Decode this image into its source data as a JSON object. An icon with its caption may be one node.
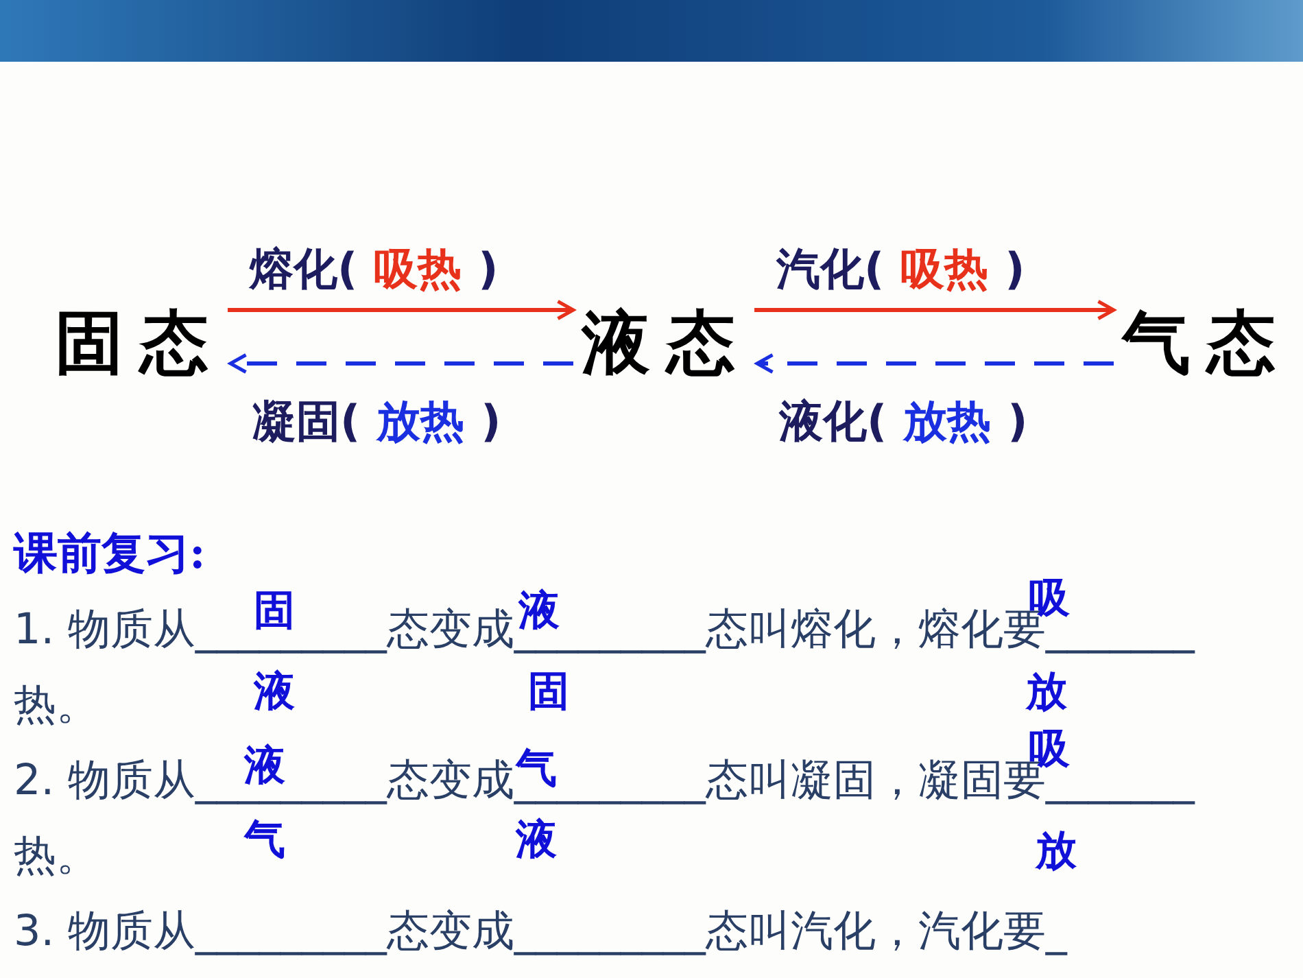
{
  "diagram": {
    "nodes": [
      {
        "text": [
          "固态"
        ]
      },
      {
        "text": [
          "液态"
        ]
      },
      {
        "text": [
          "气态"
        ]
      }
    ],
    "edges": [
      {
        "from": 0,
        "to": 1,
        "arrow": "to",
        "label": "熔化(*吸热*)",
        "color": "#e8311a"
      },
      {
        "from": 1,
        "to": 0,
        "arrow": "to",
        "label": "凝固(*放热*)",
        "style": "dashed",
        "color": "#1a2fe0"
      },
      {
        "from": 1,
        "to": 2,
        "arrow": "to",
        "label": "汽化(*吸热*)",
        "color": "#e8311a"
      },
      {
        "from": 2,
        "to": 1,
        "arrow": "to",
        "label": "液化(*放热*)",
        "style": "dashed",
        "color": "#1a2fe0"
      }
    ],
    "labels": [
      "课前复习:",
      "1. 物质从_________态变成_________态叫熔化，熔化要_______热。",
      "固",
      "液",
      "吸",
      "液",
      "固",
      "放",
      "2. 物质从_________态变成_________态叫凝固，凝固要_______热。",
      "液",
      "气",
      "吸",
      "气",
      "液",
      "放",
      "3. 物质从_________态变成_________态叫汽化，汽化要_"
    ]
  }
}
